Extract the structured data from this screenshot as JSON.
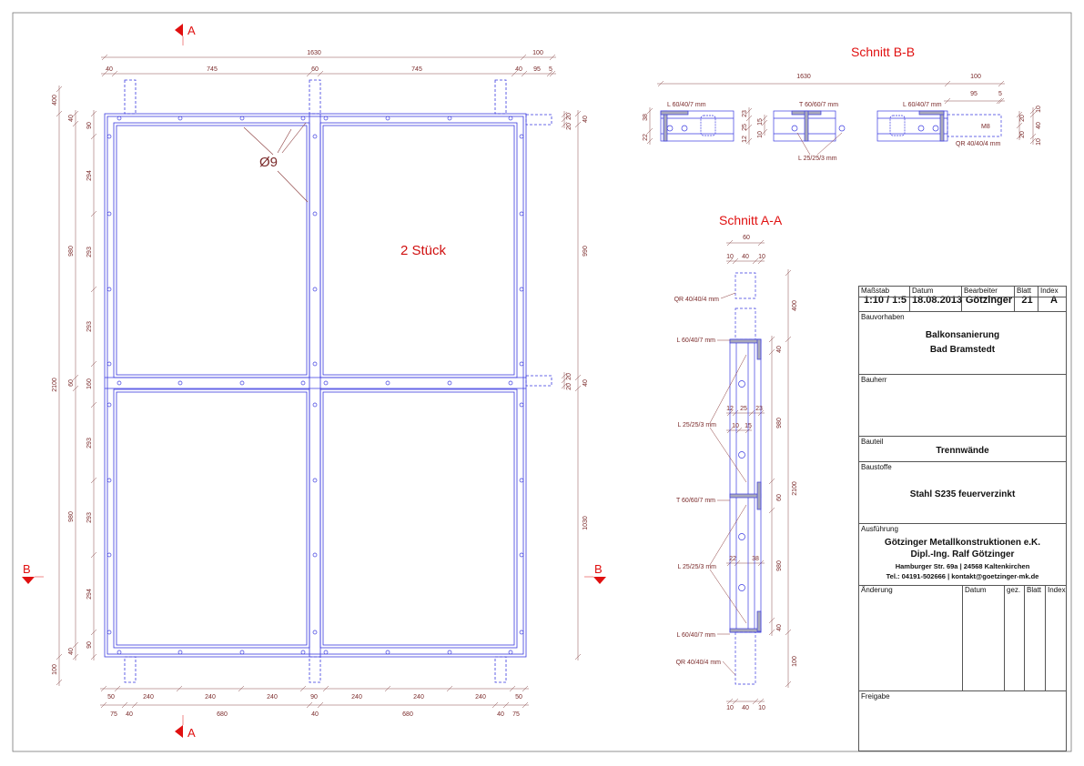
{
  "section_markers": {
    "a": "A",
    "b": "B"
  },
  "main_view": {
    "quantity_label": "2 Stück",
    "hole_label": "Ø9",
    "top_dims": [
      "1630",
      "100",
      "40",
      "745",
      "60",
      "745",
      "40",
      "95",
      "5"
    ],
    "left_dims_outer": [
      "400",
      "2100",
      "100"
    ],
    "left_dims_mid": [
      "40",
      "980",
      "60",
      "980",
      "40"
    ],
    "left_dims_inner": [
      "90",
      "294",
      "293",
      "293",
      "160",
      "293",
      "293",
      "294",
      "90"
    ],
    "right_dims": [
      "20",
      "20",
      "40",
      "990",
      "20",
      "20",
      "40",
      "1030"
    ],
    "bottom_dims_row1": [
      "50",
      "240",
      "240",
      "240",
      "90",
      "240",
      "240",
      "240",
      "50"
    ],
    "bottom_dims_row2": [
      "75",
      "40",
      "680",
      "40",
      "680",
      "40",
      "75"
    ]
  },
  "section_bb": {
    "title": "Schnitt B-B",
    "dims": [
      "1630",
      "100",
      "95",
      "5",
      "38",
      "22",
      "23",
      "25",
      "12",
      "15",
      "10",
      "20",
      "20",
      "10",
      "40",
      "10"
    ],
    "labels": [
      "L 60/40/7 mm",
      "T 60/60/7 mm",
      "L 60/40/7 mm",
      "L 25/25/3 mm",
      "QR 40/40/4 mm",
      "M8"
    ]
  },
  "section_aa": {
    "title": "Schnitt A-A",
    "dims_top": [
      "60",
      "10",
      "40",
      "10"
    ],
    "dims_right_outer": [
      "400",
      "2100",
      "100"
    ],
    "dims_right_inner": [
      "40",
      "980",
      "60",
      "980",
      "40"
    ],
    "dims_inline": [
      "12",
      "25",
      "23",
      "10",
      "15",
      "22",
      "38"
    ],
    "dims_bottom": [
      "10",
      "40",
      "10"
    ],
    "labels": [
      "QR 40/40/4 mm",
      "L 60/40/7 mm",
      "L 25/25/3 mm",
      "T 60/60/7 mm",
      "L 25/25/3 mm",
      "L 60/40/7 mm",
      "QR 40/40/4 mm"
    ]
  },
  "title_block": {
    "headers": [
      "Maßstab",
      "Datum",
      "Bearbeiter",
      "Blatt",
      "Index"
    ],
    "values": [
      "1:10 / 1:5",
      "18.08.2013",
      "Götzinger",
      "21",
      "A"
    ],
    "bauvorhaben_label": "Bauvorhaben",
    "bauvorhaben_lines": [
      "Balkonsanierung",
      "Bad Bramstedt"
    ],
    "bauherr_label": "Bauherr",
    "bauteil_label": "Bauteil",
    "bauteil_value": "Trennwände",
    "baustoffe_label": "Baustoffe",
    "baustoffe_value": "Stahl S235 feuerverzinkt",
    "ausfuehrung_label": "Ausführung",
    "ausfuehrung_lines": [
      "Götzinger Metallkonstruktionen e.K.",
      "Dipl.-Ing. Ralf Götzinger",
      "Hamburger Str. 69a | 24568 Kaltenkirchen",
      "Tel.: 04191-502666 | kontakt@goetzinger-mk.de"
    ],
    "changes_headers": [
      "Änderung",
      "Datum",
      "gez.",
      "Blatt",
      "Index"
    ],
    "freigabe_label": "Freigabe"
  }
}
